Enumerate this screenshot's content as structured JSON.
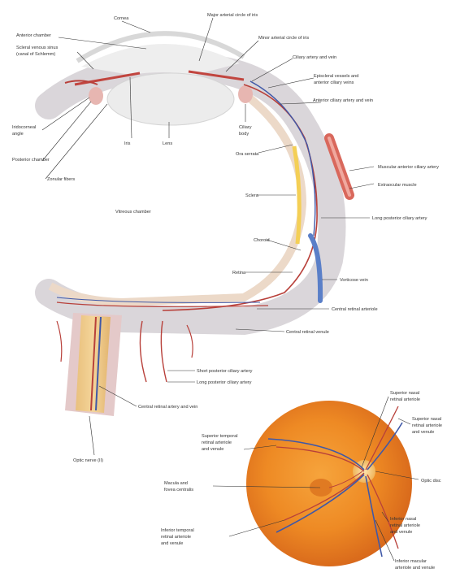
{
  "labels": {
    "cornea": "Cornea",
    "anterior_chamber": "Anterior chamber",
    "scleral_venous_sinus_1": "Scleral venous sinus",
    "scleral_venous_sinus_2": "(canal of Schlemm)",
    "major_arterial_circle": "Major arterial circle of iris",
    "minor_arterial_circle": "Minor arterial circle of iris",
    "ciliary_artery_vein": "Ciliary artery and vein",
    "episcleral_1": "Episcleral vessels and",
    "episcleral_2": "anterior ciliary veins",
    "anterior_ciliary_vessels": "Anterior ciliary artery and vein",
    "iridocorneal_1": "Iridocorneal",
    "iridocorneal_2": "angle",
    "posterior_chamber": "Posterior chamber",
    "zonular_fibers": "Zonular fibers",
    "iris": "Iris",
    "lens": "Lens",
    "ciliary_body_1": "Ciliary",
    "ciliary_body_2": "body",
    "ora_serrata": "Ora serrata",
    "sclera": "Sclera",
    "muscular_anterior": "Muscular anterior ciliary artery",
    "extraocular_muscle": "Extraocular muscle",
    "vitreous_chamber": "Vitreous chamber",
    "long_posterior_ciliary": "Long posterior ciliary artery",
    "choroid": "Choroid",
    "retina": "Retina",
    "vorticose_vein": "Vorticose vein",
    "central_retinal_arteriole": "Central retinal arteriole",
    "central_retinal_venule": "Central retinal venule",
    "short_posterior_ciliary": "Short posterior ciliary artery",
    "long_posterior_ciliary_lower": "Long posterior ciliary artery",
    "central_retinal_vessels": "Central retinal artery and vein",
    "optic_nerve": "Optic nerve (II)",
    "sup_temporal_1": "Superior temporal",
    "sup_temporal_2": "retinal arteriole",
    "sup_temporal_3": "and venule",
    "macula_1": "Macula and",
    "macula_2": "fovea centralis",
    "inf_temporal_1": "Inferior temporal",
    "inf_temporal_2": "retinal arteriole",
    "inf_temporal_3": "and venule",
    "fovea_1": "Superior nasal",
    "fovea_2": "retinal arteriole",
    "sup_nasal_1": "Superior nasal",
    "sup_nasal_2": "retinal arteriole",
    "sup_nasal_3": "and venule",
    "optic_disc": "Optic disc",
    "inf_nasal_1": "Inferior nasal",
    "inf_nasal_2": "retinal arteriole",
    "inf_nasal_3": "and venule",
    "inf_nasal_branch_1": "Inferior macular",
    "inf_nasal_branch_2": "arteriole and venule"
  },
  "colors": {
    "artery": "#b8403a",
    "vein": "#3f58a8",
    "fundus": "#ee8a24",
    "optic_disc": "#fde6b0",
    "sclera": "#dad6da"
  }
}
